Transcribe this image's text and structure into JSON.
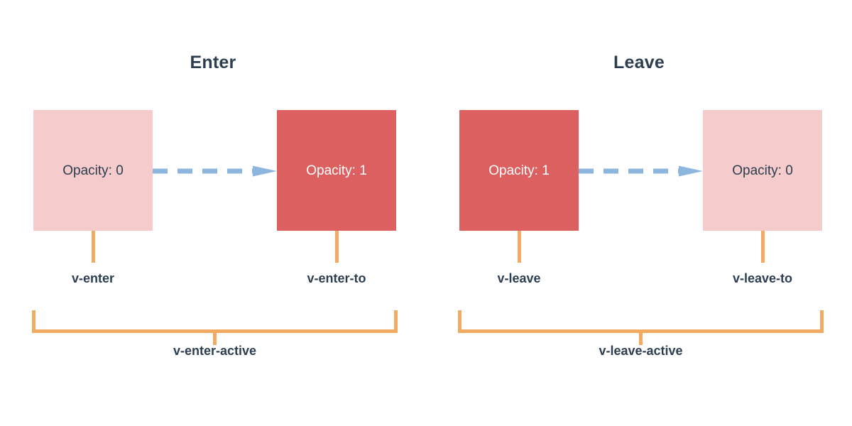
{
  "diagram": {
    "background": "#ffffff",
    "colors": {
      "box_light": "#f5cbcb",
      "box_solid": "#dd6060",
      "connector": "#f2a961",
      "arrow": "#8cb6de",
      "text_dark": "#2c3e50",
      "text_light": "#ffffff"
    },
    "panels": [
      {
        "title": "Enter",
        "from": {
          "box_text": "Opacity: 0",
          "fill": "light",
          "class_label": "v-enter"
        },
        "to": {
          "box_text": "Opacity: 1",
          "fill": "solid",
          "class_label": "v-enter-to"
        },
        "active_label": "v-enter-active"
      },
      {
        "title": "Leave",
        "from": {
          "box_text": "Opacity: 1",
          "fill": "solid",
          "class_label": "v-leave"
        },
        "to": {
          "box_text": "Opacity: 0",
          "fill": "light",
          "class_label": "v-leave-to"
        },
        "active_label": "v-leave-active"
      }
    ]
  }
}
